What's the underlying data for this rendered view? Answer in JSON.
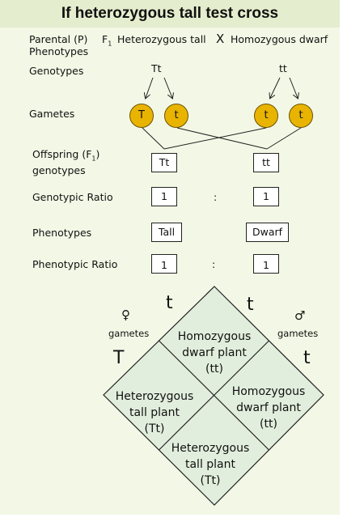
{
  "title": "If heterozygous tall test cross",
  "parental": {
    "label": "Parental (P)",
    "f1_label": "F",
    "f1_sub": "1",
    "tall_label": "Heterozygous tall",
    "cross": "X",
    "dwarf_label": "Homozygous dwarf",
    "phenotypes_label": "Phenotypes"
  },
  "genotypes": {
    "label": "Genotypes",
    "left": "Tt",
    "right": "tt"
  },
  "gametes": {
    "label": "Gametes",
    "items": [
      "T",
      "t",
      "t",
      "t"
    ]
  },
  "offspring": {
    "label_line1": "Offspring (F",
    "label_sub": "1",
    "label_close": ")",
    "label_line2": "genotypes",
    "left": "Tt",
    "right": "tt"
  },
  "genotypic_ratio": {
    "label": "Genotypic Ratio",
    "left": "1",
    "sep": ":",
    "right": "1"
  },
  "phenotypes": {
    "label": "Phenotypes",
    "left": "Tall",
    "right": "Dwarf"
  },
  "phenotypic_ratio": {
    "label": "Phenotypic  Ratio",
    "left": "1",
    "sep": ":",
    "right": "1"
  },
  "square": {
    "top_left_allele": "t",
    "top_right_allele": "t",
    "left_allele": "T",
    "right_allele": "t",
    "female_symbol": "♀",
    "female_label": "gametes",
    "male_symbol": "♂",
    "male_label": "gametes",
    "top_cell": [
      "Homozygous",
      "dwarf plant",
      "(tt)"
    ],
    "left_cell": [
      "Heterozygous",
      "tall plant",
      "(Tt)"
    ],
    "right_cell": [
      "Homozygous",
      "dwarf plant",
      "(tt)"
    ],
    "bottom_cell": [
      "Heterozygous",
      "tall plant",
      "(Tt)"
    ],
    "cell_fill": "#e2eedd"
  }
}
